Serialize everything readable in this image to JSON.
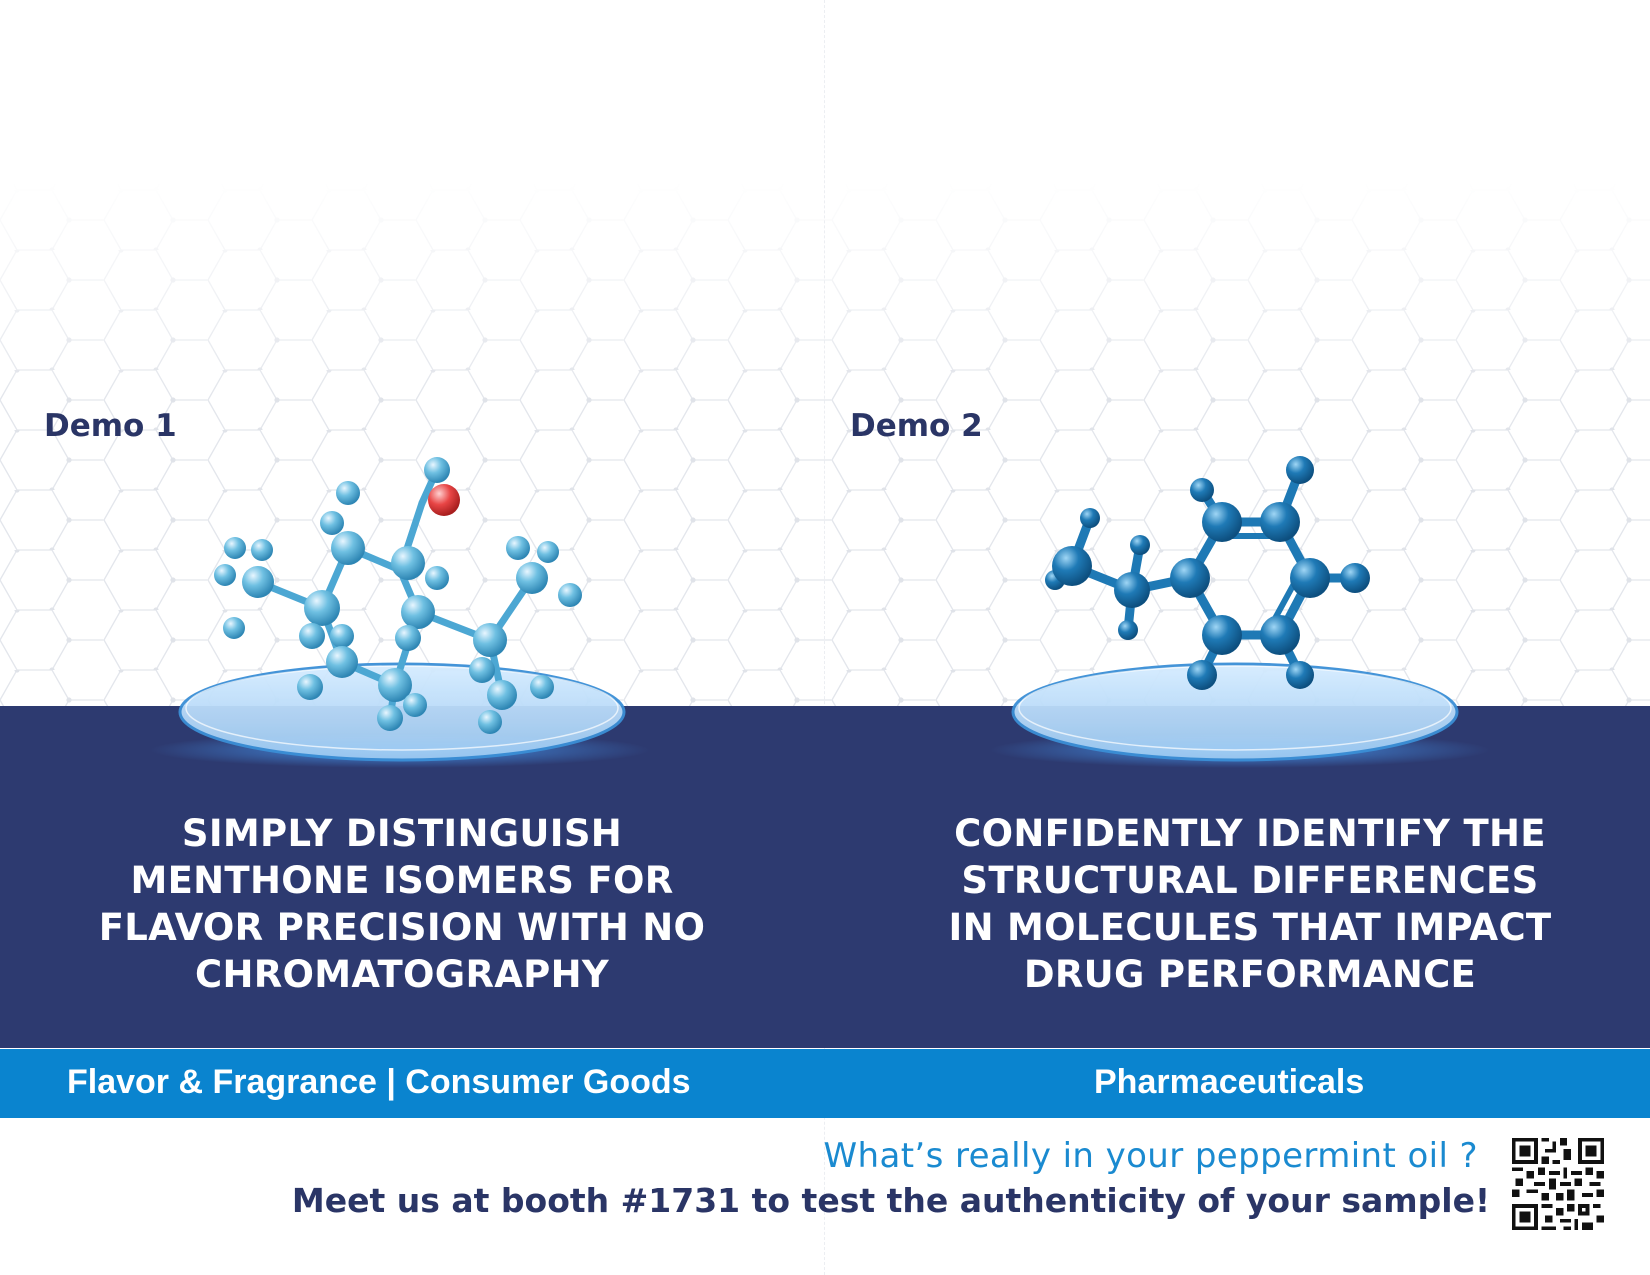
{
  "colors": {
    "navy": "#2d3a70",
    "accent_blue": "#0a84cf",
    "label_navy": "#2a3566",
    "question_blue": "#1a8ad0",
    "hydrogen_blue": "#5ab3d8",
    "carbon_blue": "#1e79b5",
    "oxygen_red": "#e23a3a"
  },
  "demos": [
    {
      "label": "Demo 1",
      "headline_lines": [
        "SIMPLY DISTINGUISH",
        "MENTHONE ISOMERS FOR",
        "FLAVOR PRECISION WITH NO",
        "CHROMATOGRAPHY"
      ],
      "industry": "Flavor & Fragrance | Consumer Goods",
      "illustration": "menthone-molecule-illustration"
    },
    {
      "label": "Demo 2",
      "headline_lines": [
        "CONFIDENTLY IDENTIFY THE",
        "STRUCTURAL DIFFERENCES",
        "IN MOLECULES THAT IMPACT",
        "DRUG PERFORMANCE"
      ],
      "industry": "Pharmaceuticals",
      "illustration": "aromatic-molecule-illustration"
    }
  ],
  "footer": {
    "question": "What’s really in your peppermint oil ?",
    "booth_text": "Meet us at booth #1731 to test the authenticity of your sample!",
    "qr_icon": "qr-code-icon"
  }
}
